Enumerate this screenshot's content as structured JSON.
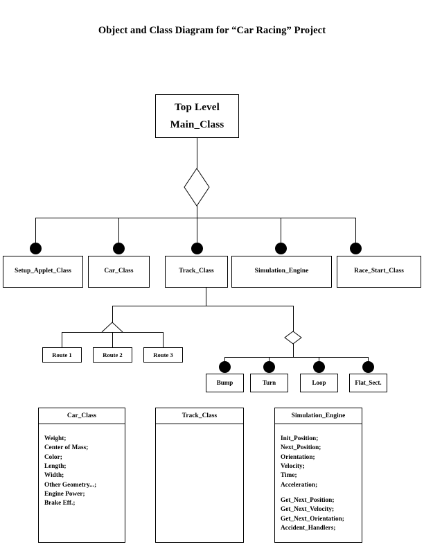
{
  "title": "Object and Class Diagram for “Car Racing” Project",
  "root": {
    "line1": "Top Level",
    "line2": "Main_Class"
  },
  "classes": [
    {
      "label": "Setup_Applet_Class"
    },
    {
      "label": "Car_Class"
    },
    {
      "label": "Track_Class"
    },
    {
      "label": "Simulation_Engine"
    },
    {
      "label": "Race_Start_Class"
    }
  ],
  "routes": [
    {
      "label": "Route 1"
    },
    {
      "label": "Route 2"
    },
    {
      "label": "Route 3"
    }
  ],
  "segments": [
    {
      "label": "Bump"
    },
    {
      "label": "Turn"
    },
    {
      "label": "Loop"
    },
    {
      "label": "Flat_Sect."
    }
  ],
  "details": [
    {
      "header": "Car_Class",
      "attributes": [
        "Weight;",
        "Center of Mass;",
        "Color;",
        "Length;",
        "Width;",
        "Other Geometry...;",
        "Engine Power;",
        "Brake Eff.;"
      ]
    },
    {
      "header": "Track_Class",
      "attributes": []
    },
    {
      "header": "Simulation_Engine",
      "attributes": [
        "Init_Position;",
        "Next_Position;",
        "Orientation;",
        "Velocity;",
        "Time;",
        "Acceleration;",
        "",
        "Get_Next_Position;",
        "Get_Next_Velocity;",
        "Get_Next_Orientation;",
        "Accident_Handlers;"
      ]
    }
  ],
  "colors": {
    "ink": "#000000",
    "paper": "#ffffff"
  }
}
